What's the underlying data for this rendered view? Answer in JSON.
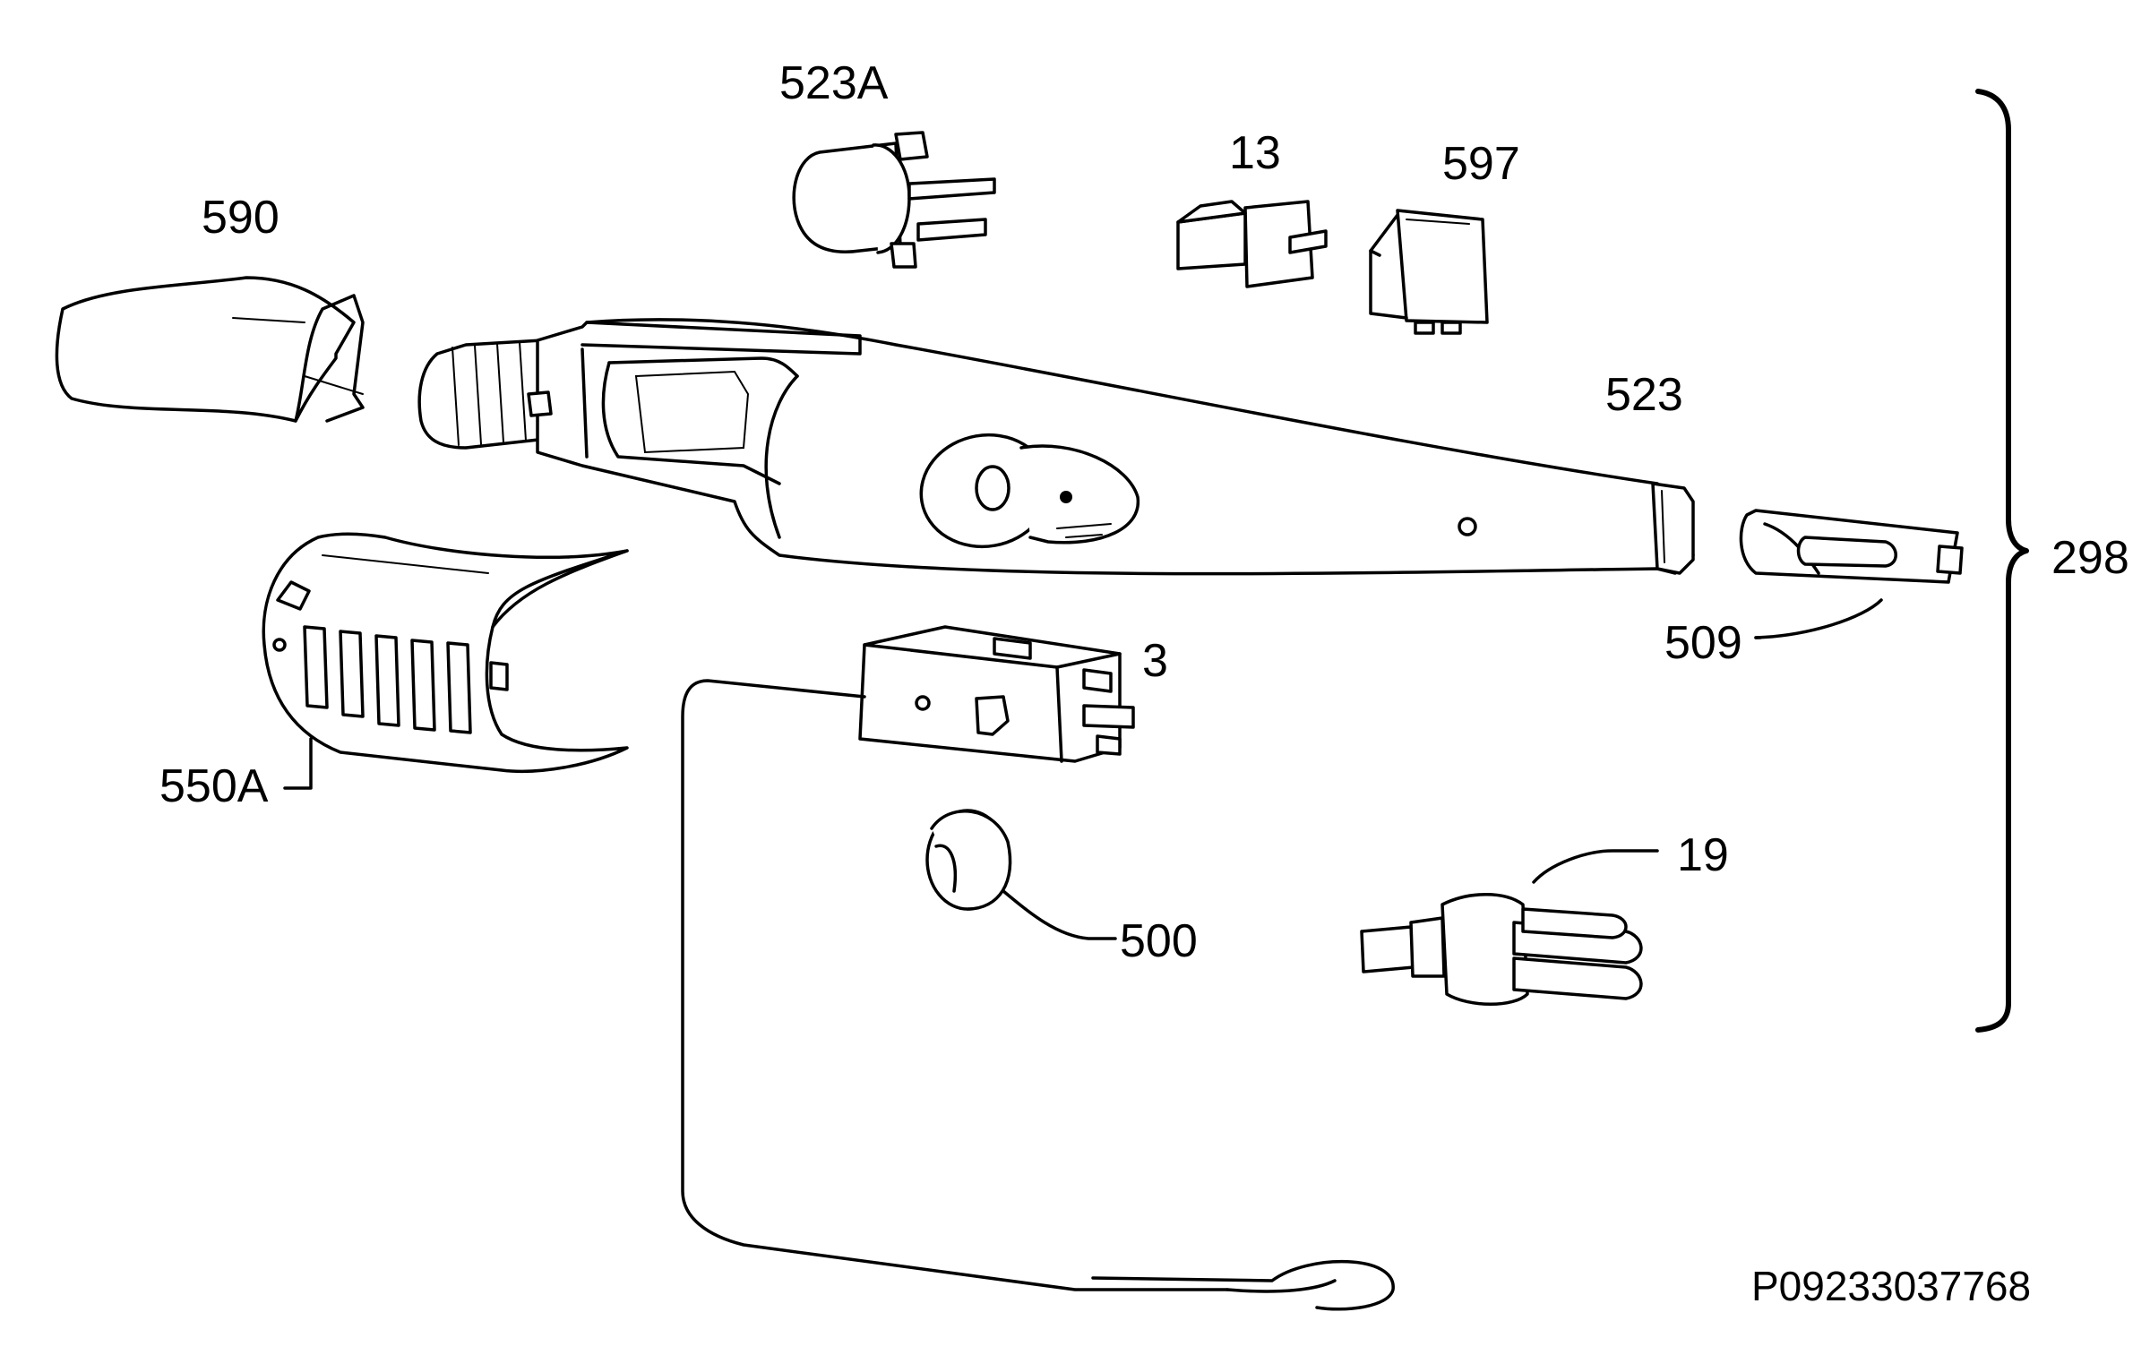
{
  "parts": [
    {
      "id": "590",
      "label": "590"
    },
    {
      "id": "523A",
      "label": "523A"
    },
    {
      "id": "13",
      "label": "13"
    },
    {
      "id": "597",
      "label": "597"
    },
    {
      "id": "523",
      "label": "523"
    },
    {
      "id": "298",
      "label": "298"
    },
    {
      "id": "509",
      "label": "509"
    },
    {
      "id": "3",
      "label": "3"
    },
    {
      "id": "550A",
      "label": "550A"
    },
    {
      "id": "500",
      "label": "500"
    },
    {
      "id": "19",
      "label": "19"
    }
  ],
  "drawing_code": "P09233037768"
}
